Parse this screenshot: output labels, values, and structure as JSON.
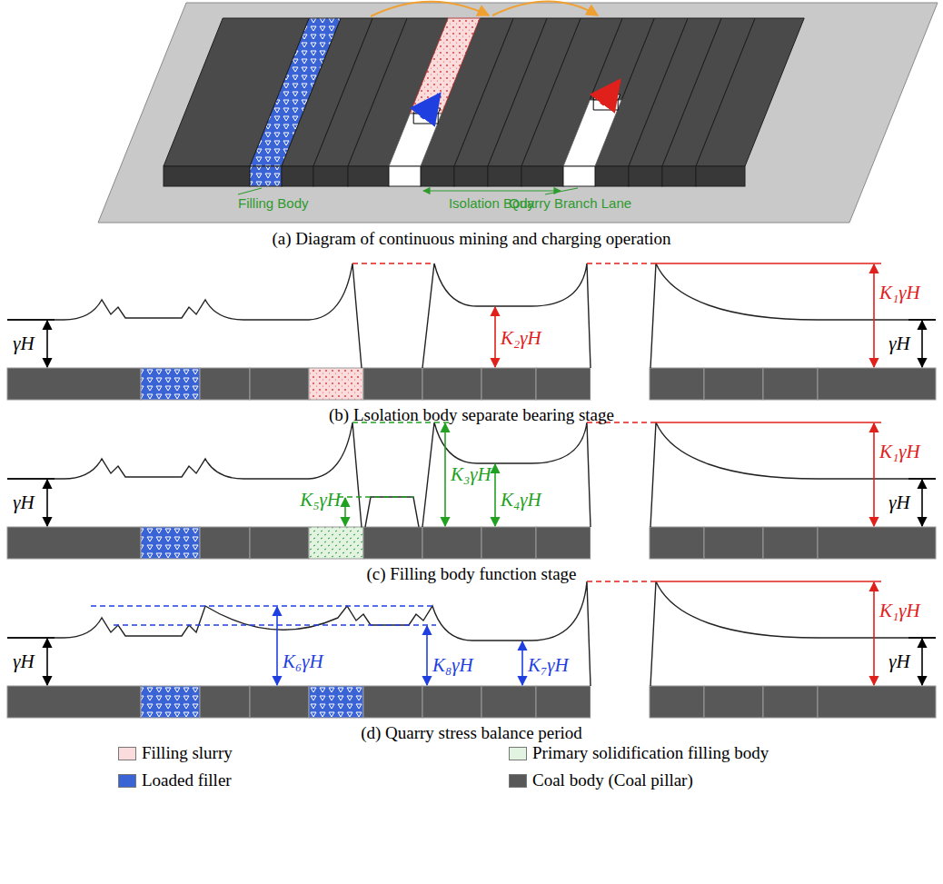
{
  "diagram": {
    "labels": [
      "Filling Body",
      "Isolation Body",
      "Quarry Branch Lane",
      "(a) Diagram of continuous mining and charging operation",
      "γH",
      "K₂γH",
      "K₁γH",
      "γH",
      "(b) Lsolation body separate bearing stage",
      "γH",
      "K₅γH",
      "K₃γH",
      "K₄γH",
      "K₁γH",
      "γH",
      "(c) Filling body function stage",
      "γH",
      "K₆γH",
      "K₈γH",
      "K₇γH",
      "K₁γH",
      "γH",
      "(d) Quarry stress balance period"
    ],
    "legend": [
      {
        "text": "Filling slurry",
        "color": "#fbdcdc"
      },
      {
        "text": "Primary solidification filling body",
        "color": "#e2f3e2"
      },
      {
        "text": "Loaded filler",
        "color": "#3a63d6"
      },
      {
        "text": "Coal body (Coal pillar)",
        "color": "#585858"
      }
    ]
  }
}
